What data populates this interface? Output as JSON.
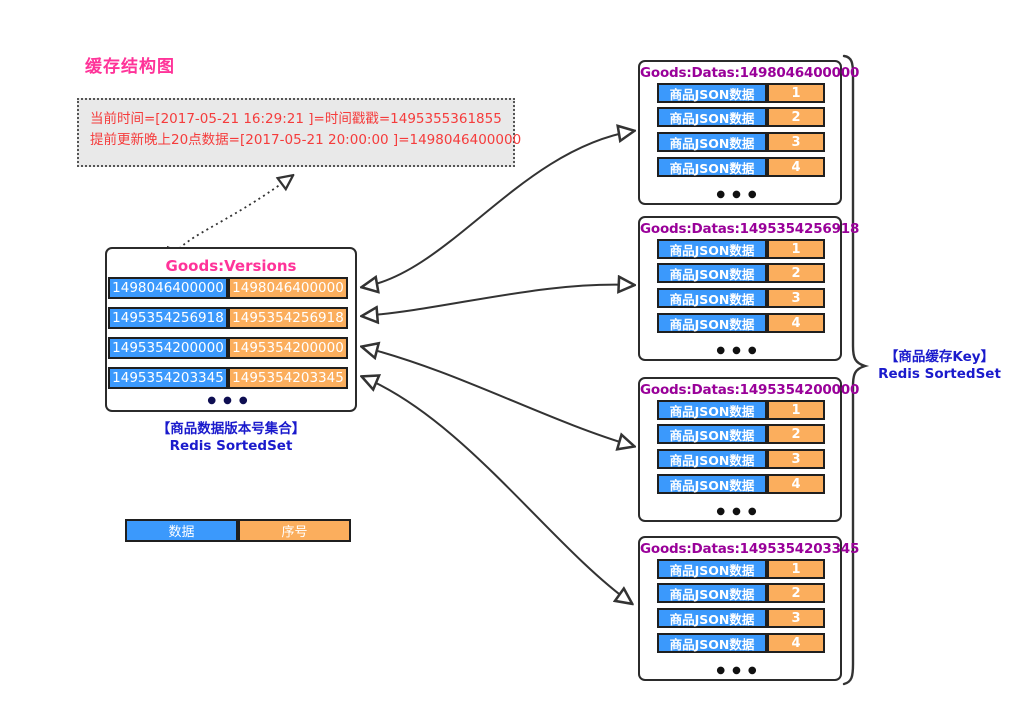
{
  "title": "缓存结构图",
  "note": {
    "line1": "当前时间=[2017-05-21 16:29:21 ]=时间戳戳=1495355361855",
    "line2": "提前更新晚上20点数据=[2017-05-21 20:00:00 ]=1498046400000"
  },
  "versions_box": {
    "title": "Goods:Versions",
    "rows": [
      {
        "data": "1498046400000",
        "score": "1498046400000"
      },
      {
        "data": "1495354256918",
        "score": "1495354256918"
      },
      {
        "data": "1495354200000",
        "score": "1495354200000"
      },
      {
        "data": "1495354203345",
        "score": "1495354203345"
      }
    ],
    "ellipsis": "●●●",
    "caption": {
      "line1": "【商品数据版本号集合】",
      "line2": "Redis SortedSet"
    }
  },
  "data_boxes": [
    {
      "title": "Goods:Datas:1498046400000",
      "rows": [
        {
          "data": "商品JSON数据",
          "seq": "1"
        },
        {
          "data": "商品JSON数据",
          "seq": "2"
        },
        {
          "data": "商品JSON数据",
          "seq": "3"
        },
        {
          "data": "商品JSON数据",
          "seq": "4"
        }
      ],
      "ellipsis": "●●●"
    },
    {
      "title": "Goods:Datas:1495354256918",
      "rows": [
        {
          "data": "商品JSON数据",
          "seq": "1"
        },
        {
          "data": "商品JSON数据",
          "seq": "2"
        },
        {
          "data": "商品JSON数据",
          "seq": "3"
        },
        {
          "data": "商品JSON数据",
          "seq": "4"
        }
      ],
      "ellipsis": "●●●"
    },
    {
      "title": "Goods:Datas:1495354200000",
      "rows": [
        {
          "data": "商品JSON数据",
          "seq": "1"
        },
        {
          "data": "商品JSON数据",
          "seq": "2"
        },
        {
          "data": "商品JSON数据",
          "seq": "3"
        },
        {
          "data": "商品JSON数据",
          "seq": "4"
        }
      ],
      "ellipsis": "●●●"
    },
    {
      "title": "Goods:Datas:1495354203345",
      "rows": [
        {
          "data": "商品JSON数据",
          "seq": "1"
        },
        {
          "data": "商品JSON数据",
          "seq": "2"
        },
        {
          "data": "商品JSON数据",
          "seq": "3"
        },
        {
          "data": "商品JSON数据",
          "seq": "4"
        }
      ],
      "ellipsis": "●●●"
    }
  ],
  "brace_label": {
    "line1": "【商品缓存Key】",
    "line2": "Redis SortedSet"
  },
  "legend": {
    "data": "数据",
    "seq": "序号"
  },
  "colors": {
    "pink_title": "#FF3399",
    "purple_title": "#990099",
    "blue_cell": "#3B99FC",
    "orange_cell": "#FBAE5D",
    "label_blue": "#1A1ACC",
    "note_red": "#F53C3C",
    "arrow": "#333333"
  }
}
